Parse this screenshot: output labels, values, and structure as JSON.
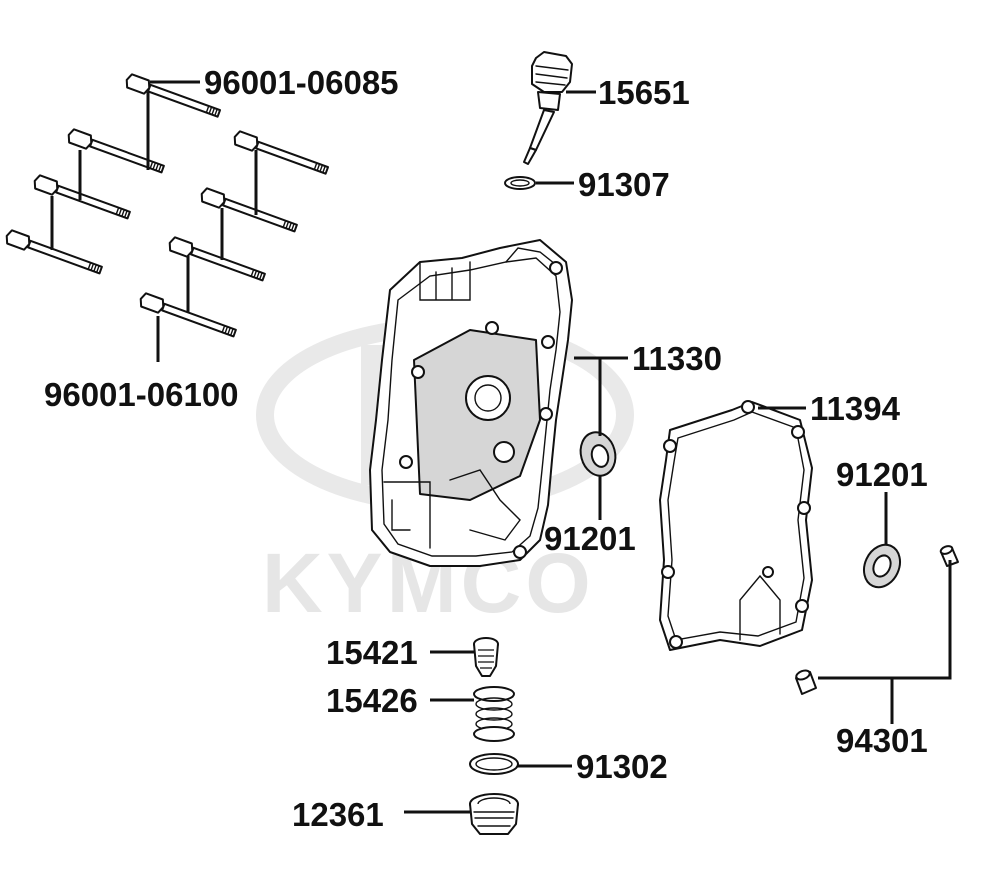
{
  "watermark": {
    "brand": "KYMCO"
  },
  "callouts": {
    "bolt_long": "96001-06085",
    "bolt_short": "96001-06100",
    "dipstick": "15651",
    "dipstick_oring": "91307",
    "cover": "11330",
    "gasket": "11394",
    "seal_cover": "91201",
    "seal_loose": "91201",
    "strainer": "15421",
    "spring": "15426",
    "plug_oring": "91302",
    "drain_plug": "12361",
    "dowel_pin": "94301"
  }
}
